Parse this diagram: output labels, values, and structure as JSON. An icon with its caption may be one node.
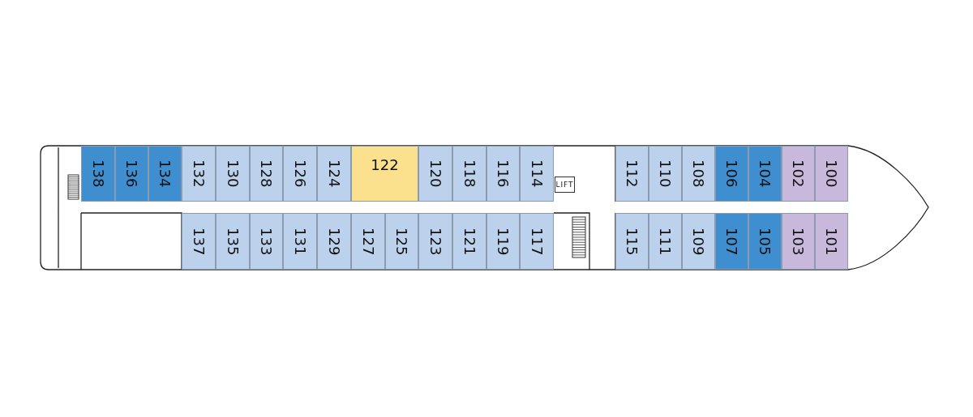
{
  "diagram": {
    "nodes": [
      {
        "text": [
          "138"
        ]
      },
      {
        "text": [
          "136"
        ]
      },
      {
        "text": [
          "134"
        ]
      },
      {
        "text": [
          "132"
        ]
      },
      {
        "text": [
          "130"
        ]
      },
      {
        "text": [
          "128"
        ]
      },
      {
        "text": [
          "126"
        ]
      },
      {
        "text": [
          "124"
        ]
      },
      {
        "text": [
          "122"
        ]
      },
      {
        "text": [
          "120"
        ]
      },
      {
        "text": [
          "118"
        ]
      },
      {
        "text": [
          "116"
        ]
      },
      {
        "text": [
          "114"
        ]
      },
      {
        "text": [
          "LIFT"
        ]
      },
      {
        "text": [
          "112"
        ]
      },
      {
        "text": [
          "110"
        ]
      },
      {
        "text": [
          "108"
        ]
      },
      {
        "text": [
          "106"
        ]
      },
      {
        "text": [
          "104"
        ]
      },
      {
        "text": [
          "102"
        ]
      },
      {
        "text": [
          "100"
        ]
      },
      {
        "text": [
          "137"
        ]
      },
      {
        "text": [
          "135"
        ]
      },
      {
        "text": [
          "133"
        ]
      },
      {
        "text": [
          "131"
        ]
      },
      {
        "text": [
          "129"
        ]
      },
      {
        "text": [
          "127"
        ]
      },
      {
        "text": [
          "125"
        ]
      },
      {
        "text": [
          "123"
        ]
      },
      {
        "text": [
          "121"
        ]
      },
      {
        "text": [
          "119"
        ]
      },
      {
        "text": [
          "117"
        ]
      },
      {
        "text": [
          "115"
        ]
      },
      {
        "text": [
          "111"
        ]
      },
      {
        "text": [
          "109"
        ]
      },
      {
        "text": [
          "107"
        ]
      },
      {
        "text": [
          "105"
        ]
      },
      {
        "text": [
          "103"
        ]
      },
      {
        "text": [
          "101"
        ]
      }
    ]
  }
}
